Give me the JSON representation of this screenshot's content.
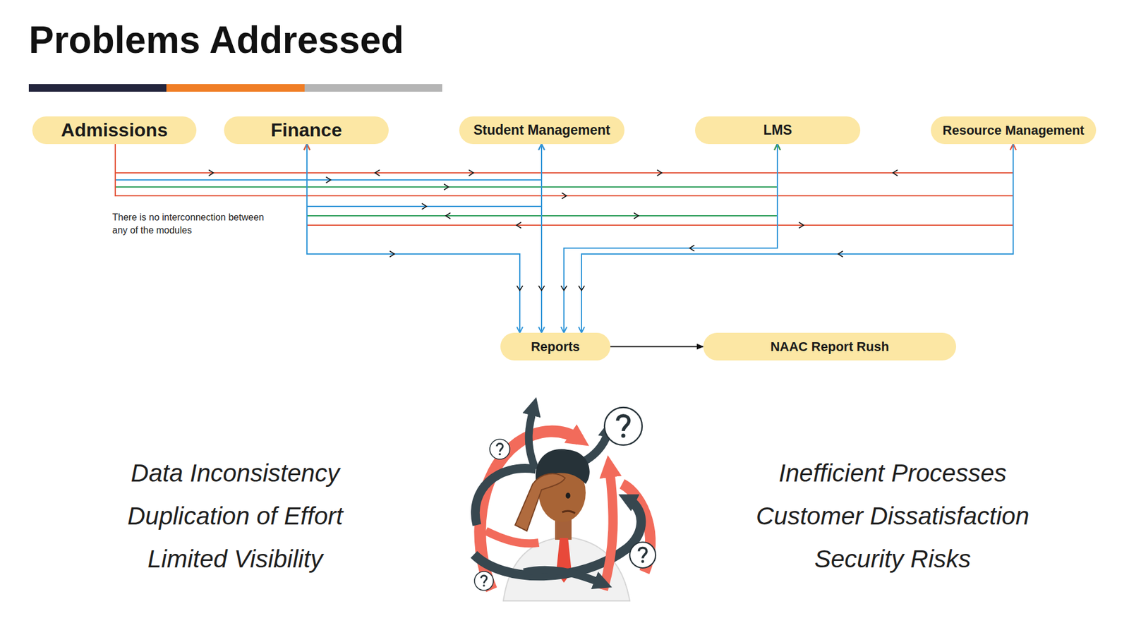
{
  "diagram": {
    "title": "Problems Addressed",
    "nodes": [
      {
        "text": [
          "Admissions"
        ]
      },
      {
        "text": [
          "Finance"
        ]
      },
      {
        "text": [
          "Student Management"
        ]
      },
      {
        "text": [
          "LMS"
        ]
      },
      {
        "text": [
          "Resource Management"
        ]
      },
      {
        "text": [
          "Reports"
        ]
      },
      {
        "text": [
          "NAAC Report Rush"
        ]
      }
    ],
    "edges": [
      {
        "from": 0,
        "to": 1,
        "arrow": "to"
      },
      {
        "from": 1,
        "to": 2,
        "arrow": "both"
      },
      {
        "from": 2,
        "to": 3,
        "arrow": "to"
      },
      {
        "from": 4,
        "to": 3,
        "arrow": "to"
      },
      {
        "from": 0,
        "to": 2,
        "arrow": "to"
      },
      {
        "from": 0,
        "to": 3,
        "arrow": "to"
      },
      {
        "from": 0,
        "to": 4,
        "arrow": "to"
      },
      {
        "from": 1,
        "to": 2,
        "arrow": "to"
      },
      {
        "from": 1,
        "to": 3,
        "arrow": "both"
      },
      {
        "from": 1,
        "to": 4,
        "arrow": "both"
      },
      {
        "from": 1,
        "to": 5,
        "arrow": "to"
      },
      {
        "from": 2,
        "to": 5,
        "arrow": "to"
      },
      {
        "from": 3,
        "to": 5,
        "arrow": "to"
      },
      {
        "from": 4,
        "to": 5,
        "arrow": "to"
      },
      {
        "from": 5,
        "to": 6,
        "arrow": "to"
      }
    ],
    "labels": [
      "There is no interconnection between any of the modules",
      "Data Inconsistency",
      "Duplication of Effort",
      "Limited Visibility",
      "Inefficient Processes",
      "Customer Dissatisfaction",
      "Security Risks"
    ]
  }
}
